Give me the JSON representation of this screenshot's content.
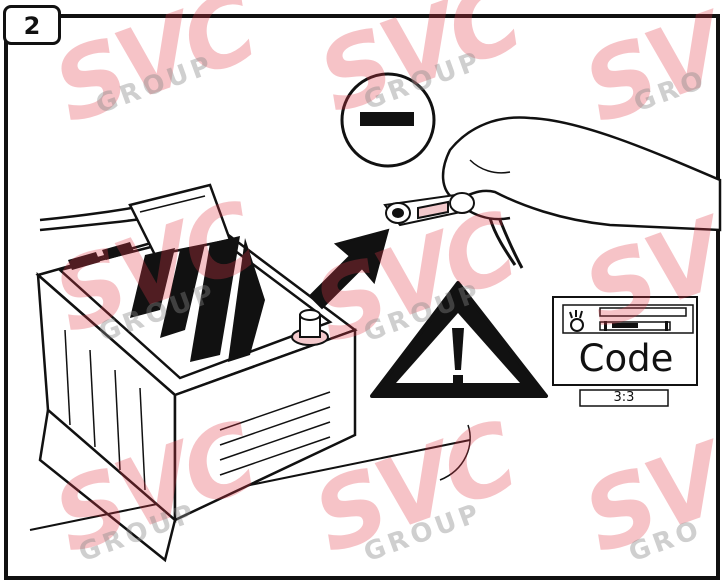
{
  "step": {
    "number": "2"
  },
  "code_panel": {
    "label": "Code",
    "step_counter": "3:3"
  },
  "watermark": {
    "logo": "SVC",
    "sub": "GROUP",
    "color": "#e23b4a"
  },
  "colors": {
    "line": "#111111",
    "terminal_tint": "#f3c9cc"
  },
  "icons": {
    "minus_sign": "minus-circle-icon",
    "warning": "warning-triangle-icon",
    "arrow": "disconnect-arrow-icon"
  }
}
